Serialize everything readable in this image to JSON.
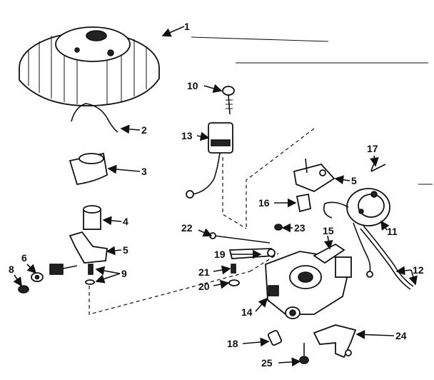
{
  "callouts": {
    "p1": "1",
    "p2": "2",
    "p3": "3",
    "p4": "4",
    "p5a": "5",
    "p5b": "5",
    "p6": "6",
    "p8": "8",
    "p9": "9",
    "p10": "10",
    "p11": "11",
    "p12": "12",
    "p13": "13",
    "p14": "14",
    "p15": "15",
    "p16": "16",
    "p17": "17",
    "p18": "18",
    "p19": "19",
    "p20": "20",
    "p21": "21",
    "p22": "22",
    "p23": "23",
    "p24": "24",
    "p25": "25"
  },
  "colors": {
    "ink": "#111111",
    "paper": "#ffffff"
  }
}
